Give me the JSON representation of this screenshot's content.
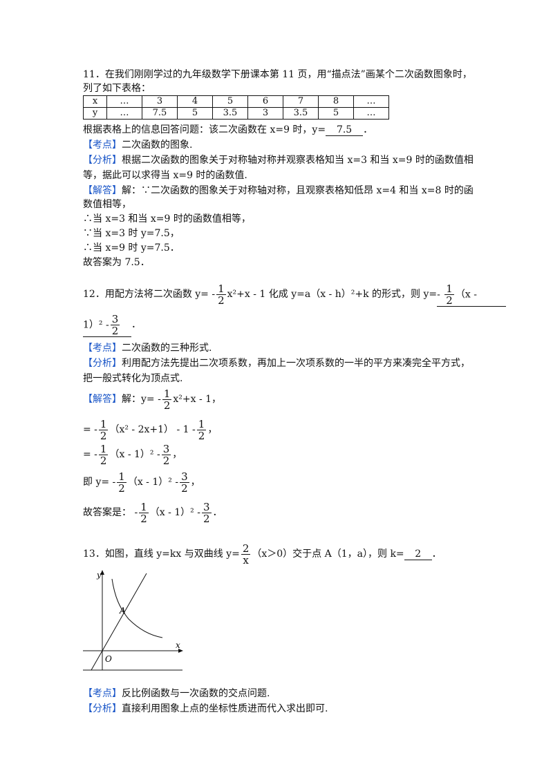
{
  "q11": {
    "question_line1": "11．在我们刚刚学过的九年级数学下册课本第 11 页，用“描点法”画某个二次函数图象时，",
    "question_line2": "列了如下表格：",
    "table": {
      "row_x": [
        "x",
        "…",
        "3",
        "4",
        "5",
        "6",
        "7",
        "8",
        "…"
      ],
      "row_y": [
        "y",
        "…",
        "7.5",
        "5",
        "3.5",
        "3",
        "3.5",
        "5",
        "…"
      ]
    },
    "ask_prefix": "根据表格上的信息回答问题：该二次函数在 x=9 时，y=",
    "ask_answer": "7.5",
    "ask_suffix": "．",
    "kaodian_tag": "【考点】",
    "kaodian_text": "二次函数的图象.",
    "fenxi_tag": "【分析】",
    "fenxi_line1": "根据二次函数的图象关于对称轴对称并观察表格知当 x=3 和当 x=9 时的函数值相",
    "fenxi_line2": "等，据此可以求得当 x=9 时的函数值.",
    "jieda_tag": "【解答】",
    "jieda_line1": "解：∵二次函数的图象关于对称轴对称，且观察表格知低昂 x=4 和当 x=8 时的函",
    "jieda_line2": "数值相等，",
    "jieda_line3": "∴当 x=3 和当 x=9 时的函数值相等，",
    "jieda_line4": "∵当 x=3 时 y=7.5，",
    "jieda_line5": "∴当 x=9 时 y=7.5．",
    "answer": "故答案为 7.5．"
  },
  "q12": {
    "q_prefix": "12．用配方法将二次函数 y= -",
    "frac_half_n": "1",
    "frac_half_d": "2",
    "frac_32_n": "3",
    "q_mid": "x²+x - 1 化成 y=a（x - h）²+k 的形式，则 y=",
    "ans_minus": " - ",
    "ans_rest1": "（x -",
    "ans_line2_start": "1）² -",
    "ans_end": "．",
    "kaodian_tag": "【考点】",
    "kaodian_text": "二次函数的三种形式.",
    "fenxi_tag": "【分析】",
    "fenxi_line1": "利用配方法先提出二次项系数，再加上一次项系数的一半的平方来凑完全平方式，",
    "fenxi_line2": "把一般式转化为顶点式.",
    "jieda_tag": "【解答】",
    "sol1_prefix": "解：y= -",
    "sol1_suffix": "x²+x - 1，",
    "sol2_prefix": "= -",
    "sol2_mid": "（x² - 2x+1） - 1 -",
    "sol2_suffix": "，",
    "sol3_prefix": "= -",
    "sol3_mid": "（x - 1）² -",
    "sol3_suffix": "，",
    "sol4_prefix": "即 y= -",
    "sol4_mid": "（x - 1）² -",
    "sol4_suffix": "，",
    "ans_prefix": "故答案是： -",
    "ans_mid": "（x - 1）² -",
    "ans_suffix": "．"
  },
  "q13": {
    "q_prefix": "13．如图，直线 y=kx 与双曲线 y=",
    "frac_n": "2",
    "frac_d": "x",
    "q_mid": "（x＞0）交于点 A（1，a），则 k=",
    "q_answer": "2",
    "q_suffix": "．",
    "graph_label_y": "y",
    "graph_label_x": "x",
    "graph_label_o": "O",
    "graph_label_a": "A",
    "kaodian_tag": "【考点】",
    "kaodian_text": "反比例函数与一次函数的交点问题.",
    "fenxi_tag": "【分析】",
    "fenxi_text": "直接利用图象上点的坐标性质进而代入求出即可."
  }
}
